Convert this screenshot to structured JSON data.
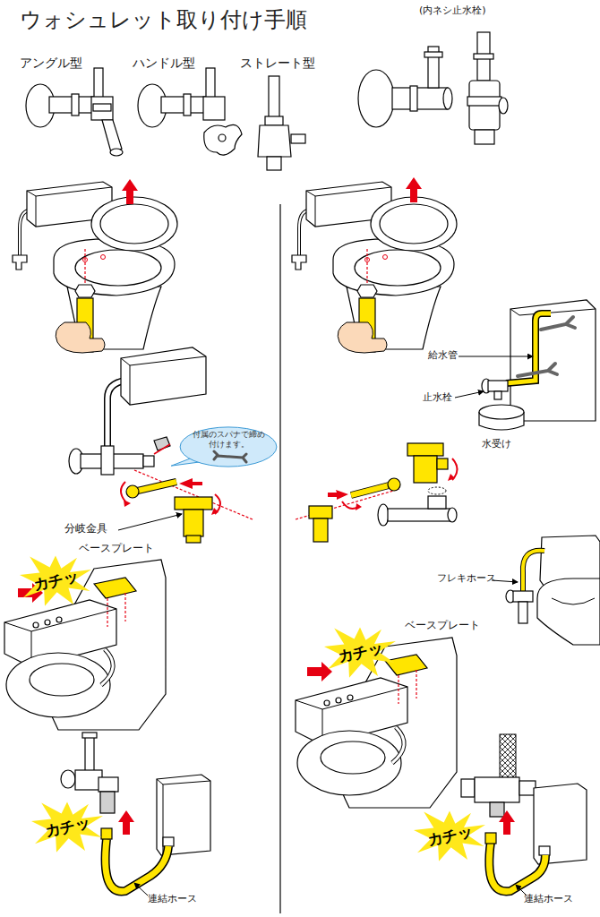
{
  "diagram": {
    "title": "ウォシュレット取り付け手順",
    "nodes": [
      {
        "text": [
          "付属のスパナで締め付けます。"
        ]
      },
      {
        "text": [
          "カチッ"
        ]
      },
      {
        "text": [
          "カチッ"
        ]
      },
      {
        "text": [
          "カチッ"
        ]
      },
      {
        "text": [
          "カチッ"
        ]
      }
    ],
    "labels": [
      "アングル型",
      "ハンドル型",
      "ストレート型",
      "(内ネシ止水栓)",
      "分岐金具",
      "ベースプレート",
      "連結ホース",
      "給水管",
      "止水栓",
      "水受け",
      "フレキホース",
      "ベースプレート",
      "連結ホース"
    ]
  }
}
